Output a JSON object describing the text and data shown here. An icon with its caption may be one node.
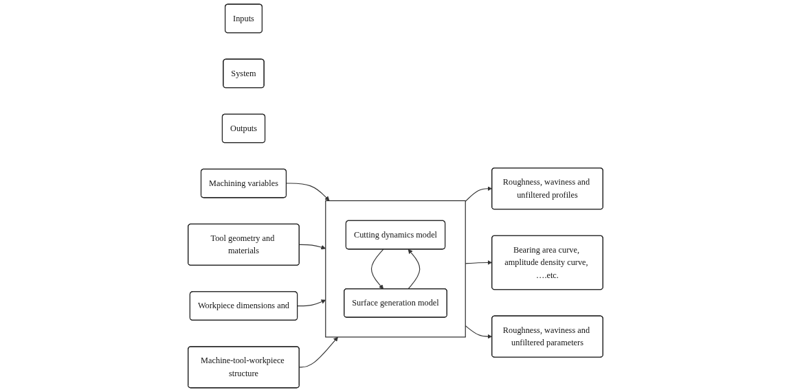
{
  "diagram": {
    "nodes": [
      {
        "text": [
          "Inputs"
        ]
      },
      {
        "text": [
          "System"
        ]
      },
      {
        "text": [
          "Outputs"
        ]
      },
      {
        "text": [
          "Machining variables"
        ]
      },
      {
        "text": [
          "Tool geometry and materials"
        ]
      },
      {
        "text": [
          "Workpiece dimensions and"
        ]
      },
      {
        "text": [
          "Machine-tool-workpiece structure"
        ]
      },
      {
        "text": [],
        "shape": "box"
      },
      {
        "text": [
          "Cutting dynamics model"
        ],
        "in": 7
      },
      {
        "text": [
          "Surface generation model"
        ],
        "in": 7
      },
      {
        "text": [
          "Roughness, waviness and unfiltered profiles"
        ]
      },
      {
        "text": [
          "Bearing area curve, amplitude density curve, ….etc."
        ]
      },
      {
        "text": [
          "Roughness, waviness and unfiltered parameters"
        ]
      }
    ],
    "edges": [
      {
        "from": 3,
        "to": 7,
        "arrow": "to"
      },
      {
        "from": 4,
        "to": 7,
        "arrow": "to"
      },
      {
        "from": 5,
        "to": 7,
        "arrow": "to"
      },
      {
        "from": 6,
        "to": 7,
        "arrow": "to"
      },
      {
        "from": 9,
        "to": 8,
        "arrow": "to"
      },
      {
        "from": 8,
        "to": 9,
        "arrow": "to"
      },
      {
        "from": 7,
        "to": 10,
        "arrow": "to"
      },
      {
        "from": 7,
        "to": 11,
        "arrow": "to"
      },
      {
        "from": 7,
        "to": 12,
        "arrow": "to"
      }
    ]
  }
}
